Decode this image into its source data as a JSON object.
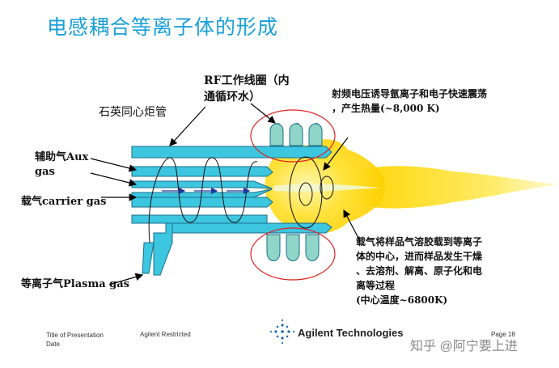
{
  "title": "电感耦合等离子体的形成",
  "labels": {
    "rf_coil": [
      "RF工作线圈（内",
      "通循环水）"
    ],
    "quartz_torch": "石英同心炬管",
    "aux_gas": [
      "辅助气Aux",
      "gas"
    ],
    "carrier_gas": "载气carrier gas",
    "plasma_gas": "等离子气Plasma gas",
    "rf_description": [
      "射频电压诱导氩离子和电子快速震荡",
      "，产生热量(~8,000 K)"
    ],
    "carrier_description": [
      "载气将样品气溶胶载到等离子",
      "体的中心，进而样品发生干燥",
      "、去溶剂、解离、原子化和电",
      "离等过程",
      "(中心温度~6800K)"
    ]
  },
  "footer": {
    "title_line1": "Title of Presentation",
    "title_line2": "Date",
    "restricted": "Agilent Restricted",
    "company": "Agilent Technologies",
    "page": "Page 18"
  },
  "watermark": "知乎 @阿宁要上进",
  "colors": {
    "title": "#1aa0d8",
    "tube_fill": "#3cc6e0",
    "tube_stroke": "#1b6f8a",
    "coil": "#8fd6c8",
    "circle": "#e02020",
    "flame": "#ffd400",
    "arrow": "#1a3aa0"
  }
}
